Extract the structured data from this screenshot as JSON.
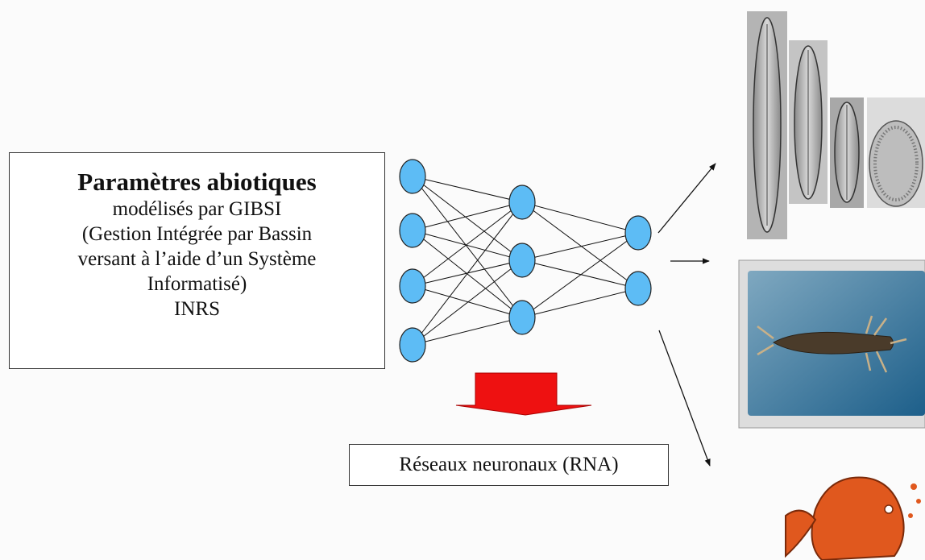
{
  "params_box": {
    "title": "Paramètres abiotiques",
    "lines": [
      "modélisés par GIBSI",
      "(Gestion Intégrée par Bassin",
      "versant à l’aide d’un Système",
      "Informatisé)",
      "INRS"
    ]
  },
  "rna_box": {
    "label": "Réseaux neuronaux (RNA)"
  },
  "network": {
    "layers": [
      4,
      3,
      2
    ],
    "node_color": "#5dbcf5",
    "edge_color": "#111111"
  },
  "arrow_color": "#ee1111",
  "outputs": [
    "diatoms",
    "insect-larva",
    "goldfish"
  ]
}
